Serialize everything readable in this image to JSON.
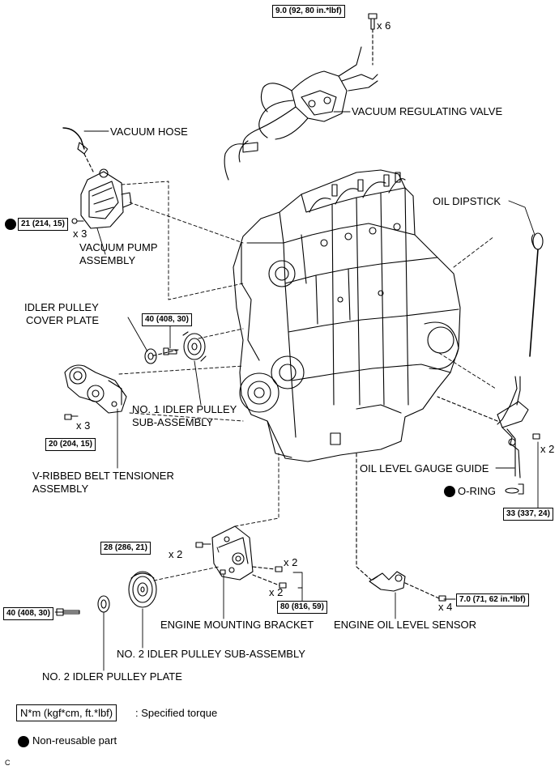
{
  "parts": {
    "vacuum_regulating_valve": "VACUUM REGULATING VALVE",
    "vacuum_hose": "VACUUM HOSE",
    "oil_dipstick": "OIL DIPSTICK",
    "vacuum_pump_line1": "VACUUM PUMP",
    "vacuum_pump_line2": "ASSEMBLY",
    "idler_cover_line1": "IDLER PULLEY",
    "idler_cover_line2": "COVER PLATE",
    "no1_idler_line1": "NO. 1 IDLER PULLEY",
    "no1_idler_line2": "SUB-ASSEMBLY",
    "tensioner_line1": "V-RIBBED BELT TENSIONER",
    "tensioner_line2": "ASSEMBLY",
    "oil_level_gauge_guide": "OIL LEVEL GAUGE GUIDE",
    "o_ring": "O-RING",
    "engine_mounting_bracket": "ENGINE MOUNTING BRACKET",
    "engine_oil_level_sensor": "ENGINE OIL LEVEL SENSOR",
    "no2_idler_sub": "NO. 2 IDLER PULLEY SUB-ASSEMBLY",
    "no2_idler_plate": "NO. 2 IDLER PULLEY PLATE"
  },
  "torques": {
    "valve_bolts": "9.0 (92, 80 in.*lbf)",
    "vacuum_pump_bolts": "21 (214, 15)",
    "idler_bolt": "40 (408, 30)",
    "tensioner_bolts": "20 (204, 15)",
    "gauge_guide_bolts": "33 (337, 24)",
    "bracket_top_bolts": "28 (286, 21)",
    "bracket_bottom_bolts": "80 (816, 59)",
    "no2_idler_bolt": "40 (408, 30)",
    "sensor_bolts": "7.0 (71, 62 in.*lbf)"
  },
  "quantities": {
    "valve": "x 6",
    "vacuum_pump": "x 3",
    "tensioner": "x 3",
    "gauge_guide": "x 2",
    "bracket_top": "x 2",
    "bracket_right_a": "x 2",
    "bracket_right_b": "x 2",
    "sensor": "x 4"
  },
  "legend": {
    "torque_box": "N*m (kgf*cm, ft.*lbf)",
    "torque_text": ": Specified torque",
    "non_reusable": "Non-reusable part"
  },
  "footer_code": "C"
}
